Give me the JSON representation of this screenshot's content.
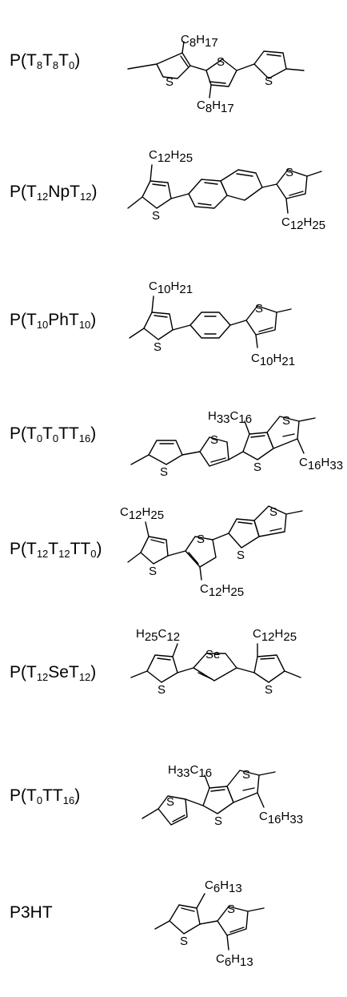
{
  "polymers": [
    {
      "id": "p1",
      "name": [
        [
          "P(T",
          "8"
        ],
        [
          "T",
          "8"
        ],
        [
          "T",
          "0"
        ],
        [
          ")",
          ""
        ]
      ]
    },
    {
      "id": "p2",
      "name": [
        [
          "P(T",
          "12"
        ],
        [
          "NpT",
          "12"
        ],
        [
          ")",
          ""
        ]
      ]
    },
    {
      "id": "p3",
      "name": [
        [
          "P(T",
          "10"
        ],
        [
          "PhT",
          "10"
        ],
        [
          ")",
          ""
        ]
      ]
    },
    {
      "id": "p4",
      "name": [
        [
          "P(T",
          "0"
        ],
        [
          "T",
          "0"
        ],
        [
          "TT",
          "16"
        ],
        [
          ")",
          ""
        ]
      ]
    },
    {
      "id": "p5",
      "name": [
        [
          "P(T",
          "12"
        ],
        [
          "T",
          "12"
        ],
        [
          "TT",
          "0"
        ],
        [
          ")",
          ""
        ]
      ]
    },
    {
      "id": "p6",
      "name": [
        [
          "P(T",
          "12"
        ],
        [
          "SeT",
          "12"
        ],
        [
          ")",
          ""
        ]
      ]
    },
    {
      "id": "p7",
      "name": [
        [
          "P(T",
          "0"
        ],
        [
          "TT",
          "16"
        ],
        [
          ")",
          ""
        ]
      ]
    },
    {
      "id": "p8",
      "name": [
        [
          "P3HT",
          ""
        ]
      ]
    }
  ],
  "atoms": {
    "sulfur": "S",
    "selenium": "Se"
  },
  "substituents": {
    "c8": [
      "C",
      "8",
      "H",
      "17"
    ],
    "c12": [
      "C",
      "12",
      "H",
      "25"
    ],
    "c12r": [
      "H",
      "25",
      "C",
      "12"
    ],
    "c10": [
      "C",
      "10",
      "H",
      "21"
    ],
    "c16": [
      "C",
      "16",
      "H",
      "33"
    ],
    "c16r": [
      "H",
      "33",
      "C",
      "16"
    ],
    "c6": [
      "C",
      "6",
      "H",
      "13"
    ]
  }
}
